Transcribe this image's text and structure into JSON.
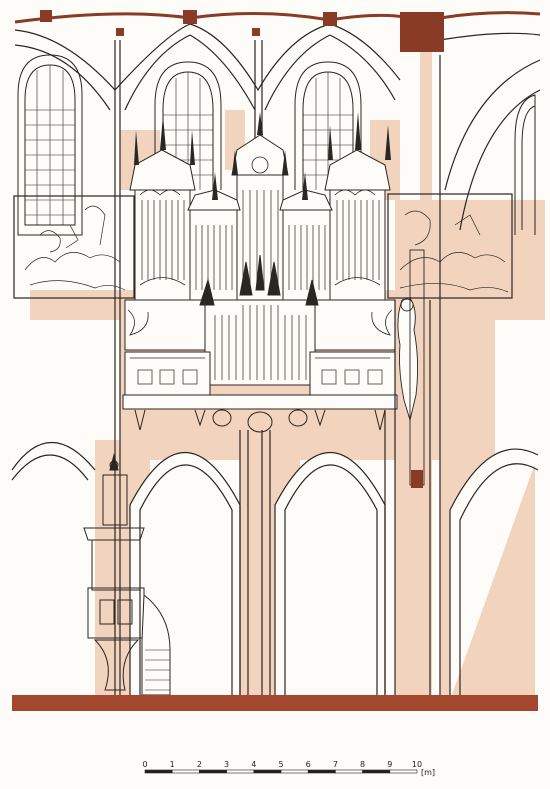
{
  "drawing": {
    "colors": {
      "paper": "#fdfcf8",
      "ink": "#2a2622",
      "wash": "#f2d3bd",
      "wash_dark": "#e9bfa3",
      "brick": "#8a3b26",
      "floor": "#a3482e"
    }
  },
  "scale_bar": {
    "ticks": [
      "0",
      "1",
      "2",
      "3",
      "4",
      "5",
      "6",
      "7",
      "8",
      "9",
      "10"
    ],
    "unit": "[m]"
  }
}
